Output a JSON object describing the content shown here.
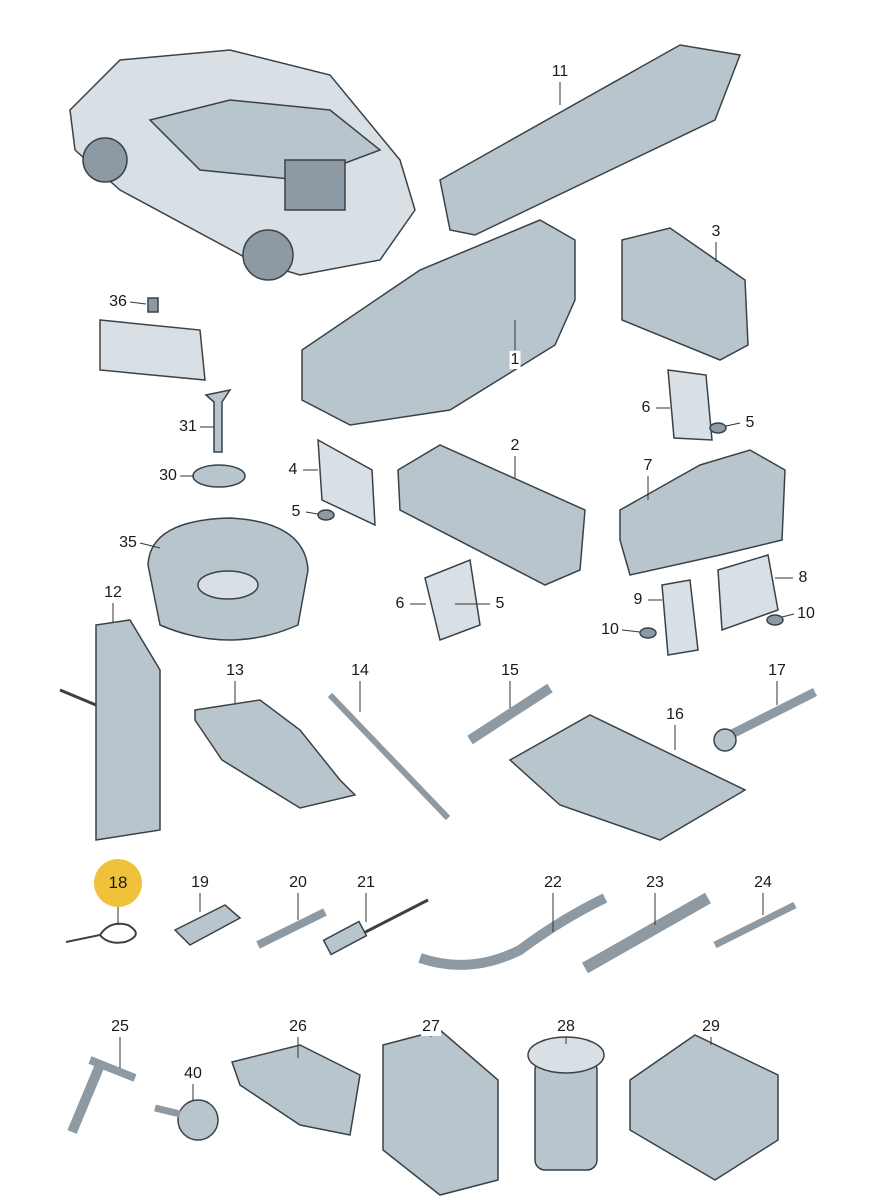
{
  "diagram": {
    "title": "Vehicle tool kit and spare wheel well insert parts",
    "highlight_color": "#f0c23a",
    "labels": [
      {
        "id": "11"
      },
      {
        "id": "3"
      },
      {
        "id": "36"
      },
      {
        "id": "1"
      },
      {
        "id": "6"
      },
      {
        "id": "5"
      },
      {
        "id": "31"
      },
      {
        "id": "30"
      },
      {
        "id": "2"
      },
      {
        "id": "4"
      },
      {
        "id": "7"
      },
      {
        "id": "5"
      },
      {
        "id": "35"
      },
      {
        "id": "8"
      },
      {
        "id": "6"
      },
      {
        "id": "5"
      },
      {
        "id": "9"
      },
      {
        "id": "12"
      },
      {
        "id": "10"
      },
      {
        "id": "10"
      },
      {
        "id": "13"
      },
      {
        "id": "14"
      },
      {
        "id": "15"
      },
      {
        "id": "17"
      },
      {
        "id": "16"
      },
      {
        "id": "18",
        "highlighted": true
      },
      {
        "id": "19"
      },
      {
        "id": "20"
      },
      {
        "id": "21"
      },
      {
        "id": "22"
      },
      {
        "id": "23"
      },
      {
        "id": "24"
      },
      {
        "id": "25"
      },
      {
        "id": "26"
      },
      {
        "id": "27"
      },
      {
        "id": "28"
      },
      {
        "id": "29"
      },
      {
        "id": "40"
      }
    ]
  }
}
